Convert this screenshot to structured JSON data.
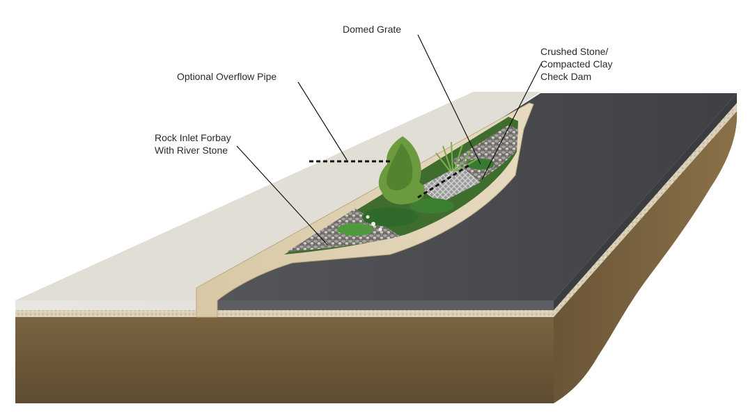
{
  "labels": {
    "domed_grate": "Domed Grate",
    "check_dam_line1": "Crushed Stone/",
    "check_dam_line2": "Compacted Clay",
    "check_dam_line3": "Check Dam",
    "overflow_pipe": "Optional Overflow Pipe",
    "forbay_line1": "Rock Inlet Forbay",
    "forbay_line2": "With River Stone"
  },
  "colors": {
    "soil": "#6e5a3a",
    "soil_dark": "#57452a",
    "gravel_base": "#d8cdb4",
    "sidewalk": "#e4e2dc",
    "curb": "#d9c9a6",
    "asphalt": "#4b4c50",
    "asphalt_dark": "#3a3b3e",
    "vegetation": "#4f8b3a",
    "stone": "#8c8a88"
  }
}
